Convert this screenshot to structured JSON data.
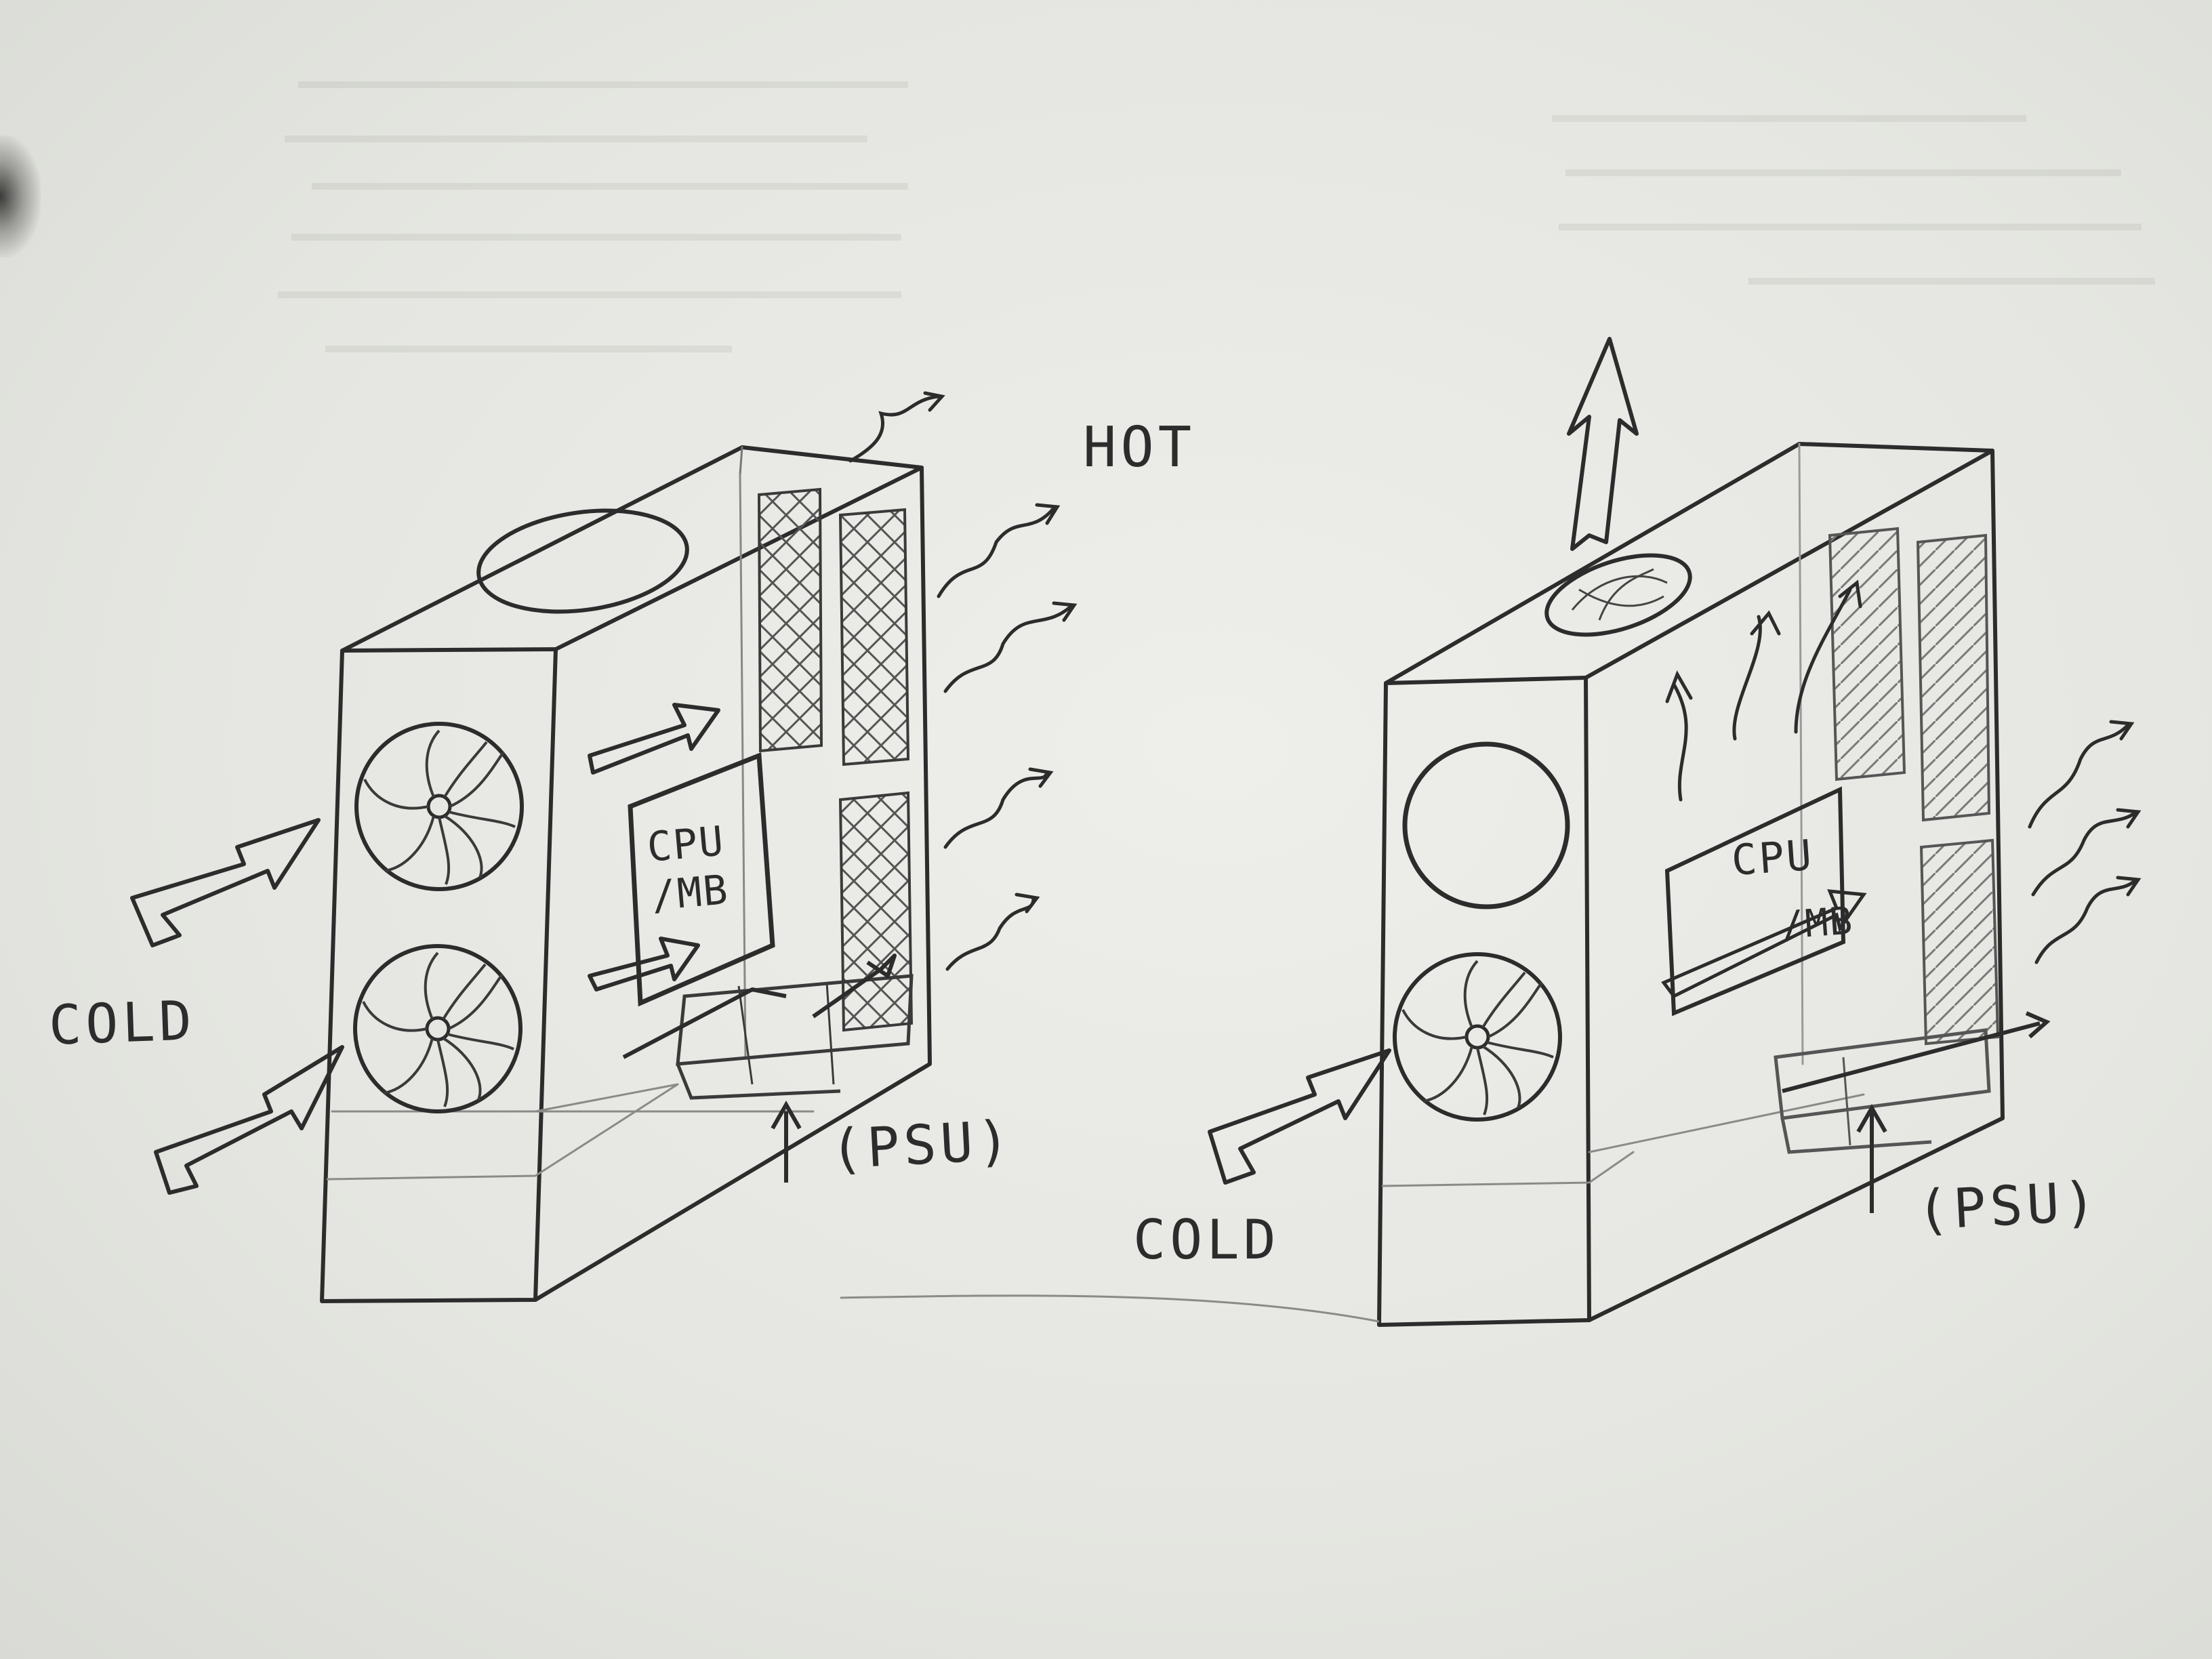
{
  "labels": {
    "hot": "HOT",
    "cold_left": "COLD",
    "psu_left": "(PSU)",
    "cold_right": "COLD",
    "psu_right": "(PSU)",
    "cpu_mb_left_line1": "CPU",
    "cpu_mb_left_line2": "/MB",
    "cpu_right": "CPU",
    "mb_right": "/MB"
  },
  "colors": {
    "pencil": "#2c2c2c",
    "paper": "#e6e7e3"
  }
}
